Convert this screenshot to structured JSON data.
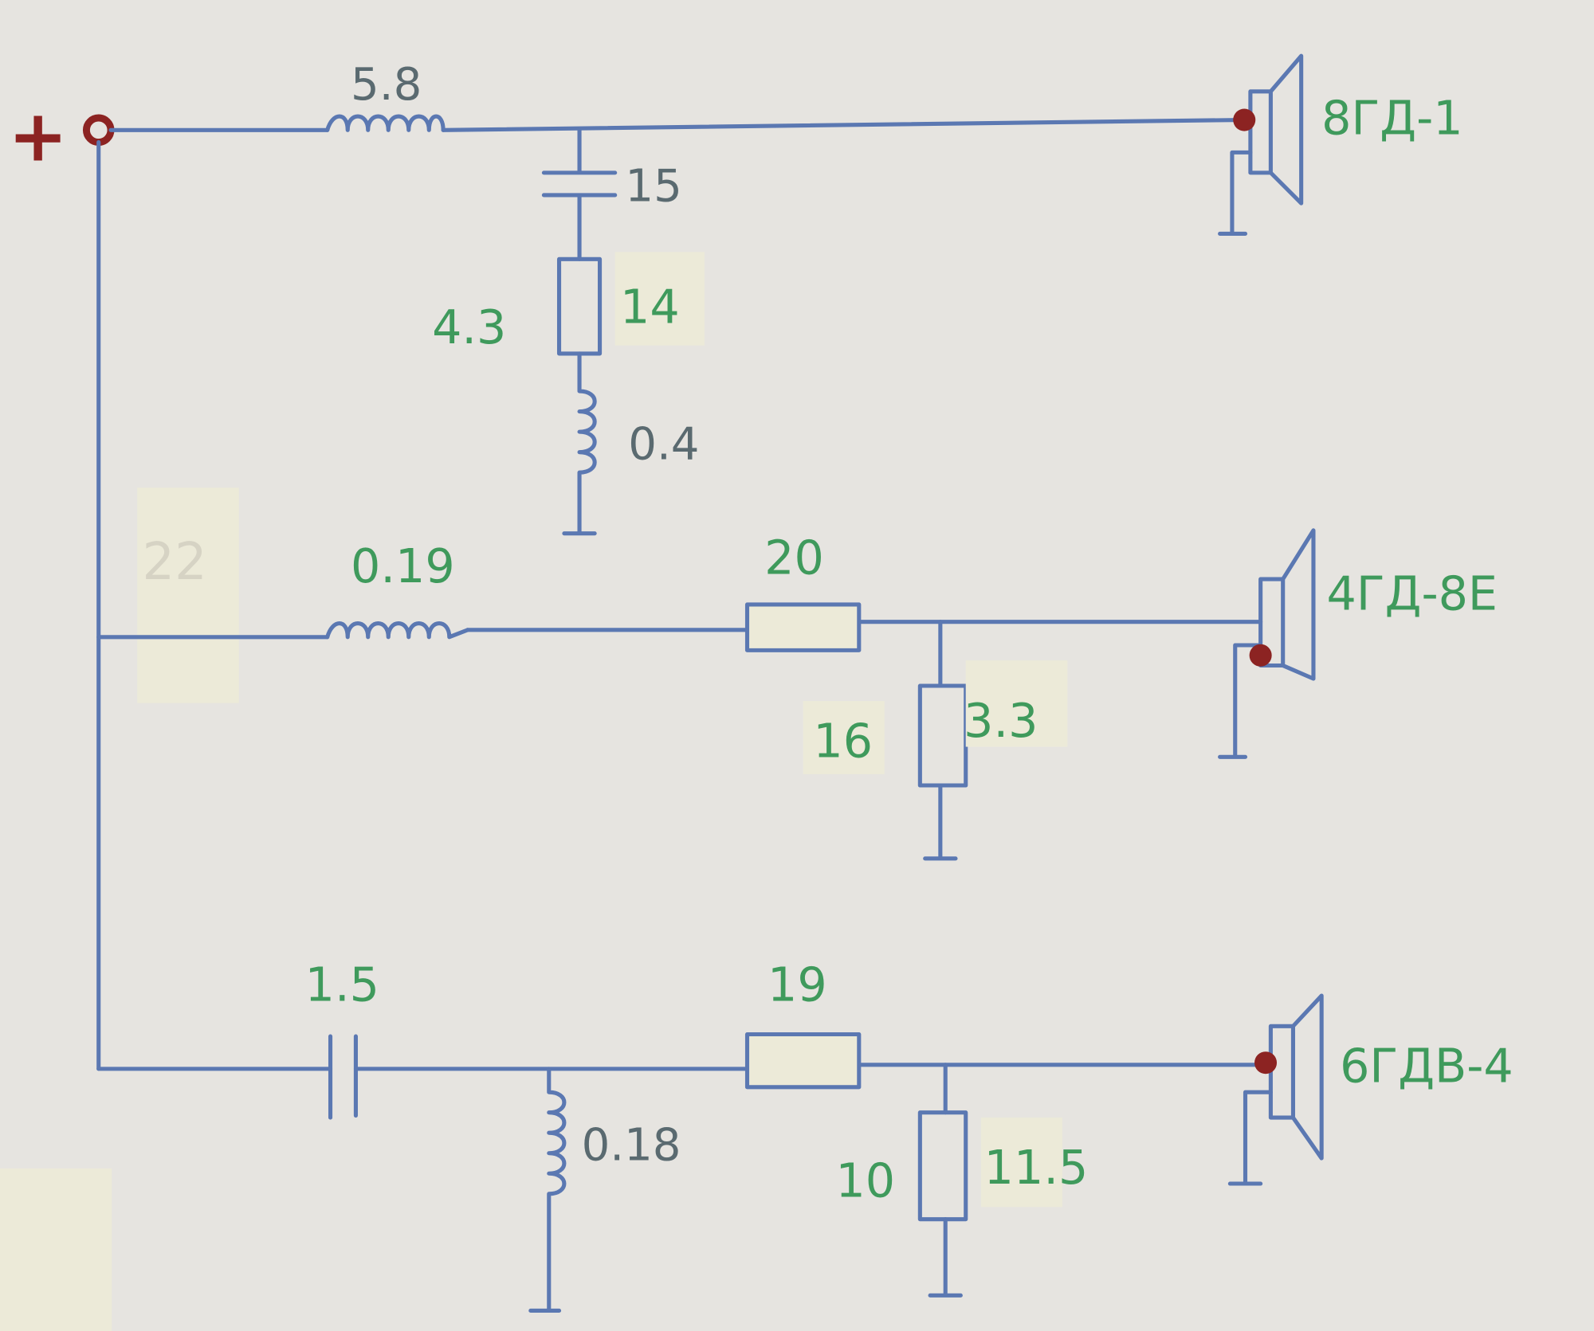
{
  "terminal": {
    "label": "+"
  },
  "top_branch": {
    "series_inductor": "5.8",
    "shunt_capacitor": "15",
    "shunt_resistor": "4.3",
    "shunt_resistor_note": "14",
    "shunt_inductor": "0.4",
    "speaker": "8ГД-1"
  },
  "middle_branch": {
    "faded_note": "22",
    "series_inductor": "0.19",
    "series_resistor": "20",
    "shunt_resistor_note": "16",
    "shunt_resistor": "3.3",
    "speaker": "4ГД-8Е"
  },
  "bottom_branch": {
    "series_capacitor": "1.5",
    "shunt_inductor": "0.18",
    "series_resistor": "19",
    "shunt_resistor": "10",
    "shunt_resistor_note": "11.5",
    "speaker": "6ГДВ-4"
  },
  "colors": {
    "wire": "#5b78b2",
    "label": "#3f9a5c",
    "terminal": "#8c2322",
    "paper": "#e4e2de"
  }
}
